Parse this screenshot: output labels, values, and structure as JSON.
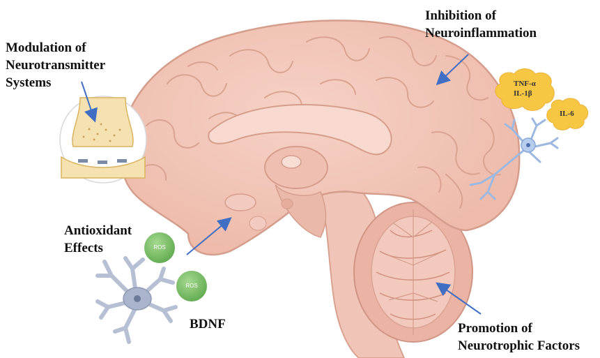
{
  "labels": {
    "modulation": [
      "Modulation of",
      "Neurotransmitter",
      "Systems"
    ],
    "inhibition": [
      "Inhibition of",
      "Neuroinflammation"
    ],
    "antioxidant": [
      "Antioxidant",
      "Effects"
    ],
    "bdnf": "BDNF",
    "promotion": [
      "Promotion of",
      "Neurotrophic Factors"
    ]
  },
  "cytokines": {
    "tnf": "TNF-α",
    "il1b": "IL-1β",
    "il6": "IL-6"
  },
  "ros": {
    "label_1": "ROS",
    "label_2": "ROS"
  },
  "colors": {
    "brain_fill": "#f3c8bb",
    "brain_outline": "#dba493",
    "arrow": "#3f6ec4",
    "cloud": "#f7c744",
    "ros": "#7bbf68",
    "neuron_blue": "#9db8e0",
    "neuron_grey": "#a9b2c6"
  }
}
